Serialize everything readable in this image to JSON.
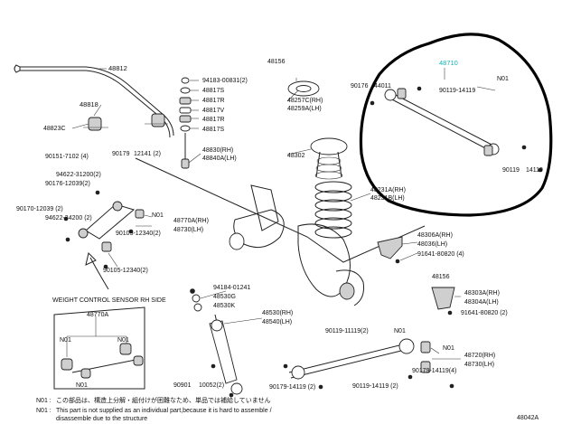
{
  "labels": {
    "p48812": "48812",
    "p48818": "48818",
    "p48823c": "48823C",
    "p90151": "90151-7102 (4)",
    "p90179": "90179",
    "p12141": "12141 (2)",
    "p94183": "94183-00831(2)",
    "p48817s_a": "48817S",
    "p48817r_a": "48817R",
    "p48817v": "48817V",
    "p48817r_b": "48817R",
    "p48817s_b": "48817S",
    "p48830": "48830(RH)",
    "p48840a": "48840A(LH)",
    "p94622": "94622-31200(2)",
    "p90176_a": "90176-12039(2)",
    "p90170": "90170-12039 (2)",
    "p94622b": "94622-34200 (2)",
    "n001_a": "N01",
    "p48770a": "48770A(RH)",
    "p48730": "48730(LH)",
    "p90105a": "90105-12340(2)",
    "p90105b": "90105-12340(2)",
    "weight_header": "WEIGHT CONTROL SENSOR RH SIDE",
    "p48770a_b": "48770A",
    "n001_b": "N01",
    "n001_c": "N01",
    "n001_d": "N01",
    "p48156": "48156",
    "p48257c": "48257C(RH)",
    "p48259a": "48259A(LH)",
    "p48302": "48302",
    "p48231a": "48231A(RH)",
    "p48231b": "48231B(LH)",
    "p48710": "48710",
    "p90176b": "90176",
    "p44011": "44011",
    "p90119a": "90119-14119",
    "n001_e": "N01",
    "p90119b": "90119",
    "p14119": "14119",
    "p48306a": "48306A(RH)",
    "p48036": "48036(LH)",
    "p91641a": "91641-80820 (4)",
    "p48156b": "48156",
    "p48303a": "48303A(RH)",
    "p48304a": "48304A(LH)",
    "p91641b": "91641-80820 (2)",
    "p94184": "94184-01241",
    "p48530g": "48530G",
    "p48530k": "48530K",
    "p48530": "48530(RH)",
    "p48540": "48540(LH)",
    "p90119c": "90119-11119(2)",
    "n001_f": "N01",
    "p90901": "90901",
    "p10052": "10052(2)",
    "p90179b": "90179-14119 (2)",
    "p90119d": "90119-14119 (2)",
    "p48720": "48720(RH)",
    "p48730b": "48730(LH)",
    "n001_g": "N01",
    "p48710b": "90179-14119(4)",
    "note1_label": "N01 :",
    "note1_jp": "この部品は、構造上分解・組付けが困難なため、単品では補給していません",
    "note2_en": "This part is not supplied as an individual part,because it is hard to assemble /",
    "note2_en_b": "disassemble due to the structure",
    "figure_id": "48042A"
  }
}
